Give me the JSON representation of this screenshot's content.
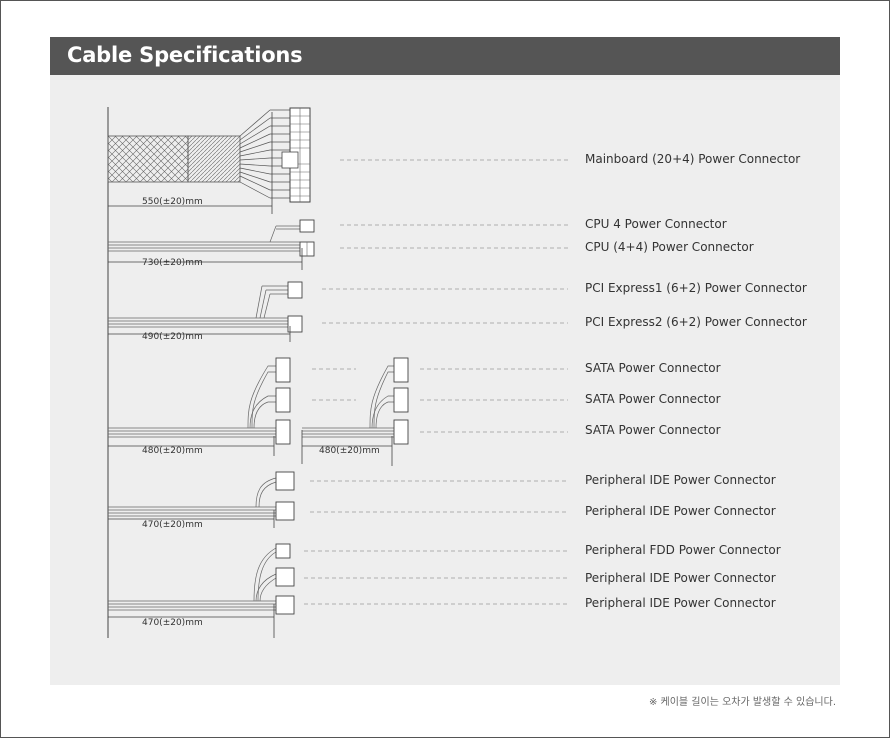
{
  "header": {
    "title": "Cable Specifications"
  },
  "cables": [
    {
      "length": "550(±20)mm",
      "connectors": [
        "Mainboard (20+4) Power Connector"
      ]
    },
    {
      "length": "730(±20)mm",
      "connectors": [
        "CPU 4 Power Connector",
        "CPU (4+4) Power Connector"
      ]
    },
    {
      "length": "490(±20)mm",
      "connectors": [
        "PCI Express1 (6+2) Power Connector",
        "PCI Express2 (6+2) Power Connector"
      ]
    },
    {
      "length": "480(±20)mm",
      "extension_length": "480(±20)mm",
      "connectors": [
        "SATA Power Connector",
        "SATA Power Connector",
        "SATA Power Connector"
      ]
    },
    {
      "length": "470(±20)mm",
      "connectors": [
        "Peripheral IDE Power Connector",
        "Peripheral IDE Power Connector"
      ]
    },
    {
      "length": "470(±20)mm",
      "connectors": [
        "Peripheral FDD Power Connector",
        "Peripheral IDE Power Connector",
        "Peripheral IDE Power Connector"
      ]
    }
  ],
  "footnote": "※ 케이블 길이는 오차가 발생할 수 있습니다."
}
